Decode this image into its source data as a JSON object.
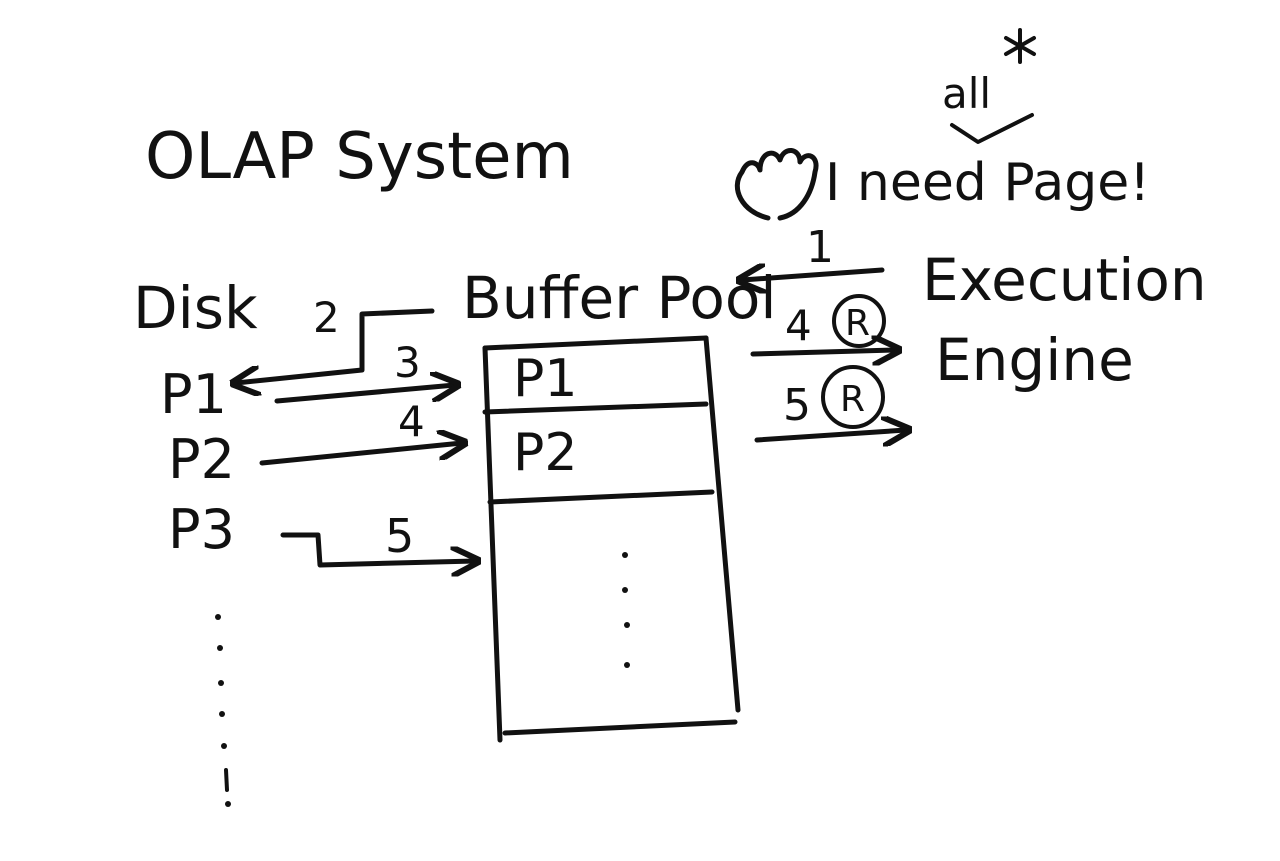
{
  "title": "OLAP System",
  "disk": {
    "label": "Disk",
    "pages": [
      "P1",
      "P2",
      "P3"
    ]
  },
  "buffer_pool": {
    "label": "Buffer Pool",
    "slots": [
      "P1",
      "P2"
    ]
  },
  "engine": {
    "line1": "Execution",
    "line2": "Engine"
  },
  "speech": {
    "text": "I need Page!",
    "insert": "all"
  },
  "steps": {
    "s1": "1",
    "s2": "2",
    "s3": "3",
    "s4": "4",
    "s5": "5",
    "s4r": "4",
    "s5r": "5",
    "r1": "R",
    "r2": "R"
  },
  "colors": {
    "ink": "#111111",
    "background": "#ffffff"
  }
}
